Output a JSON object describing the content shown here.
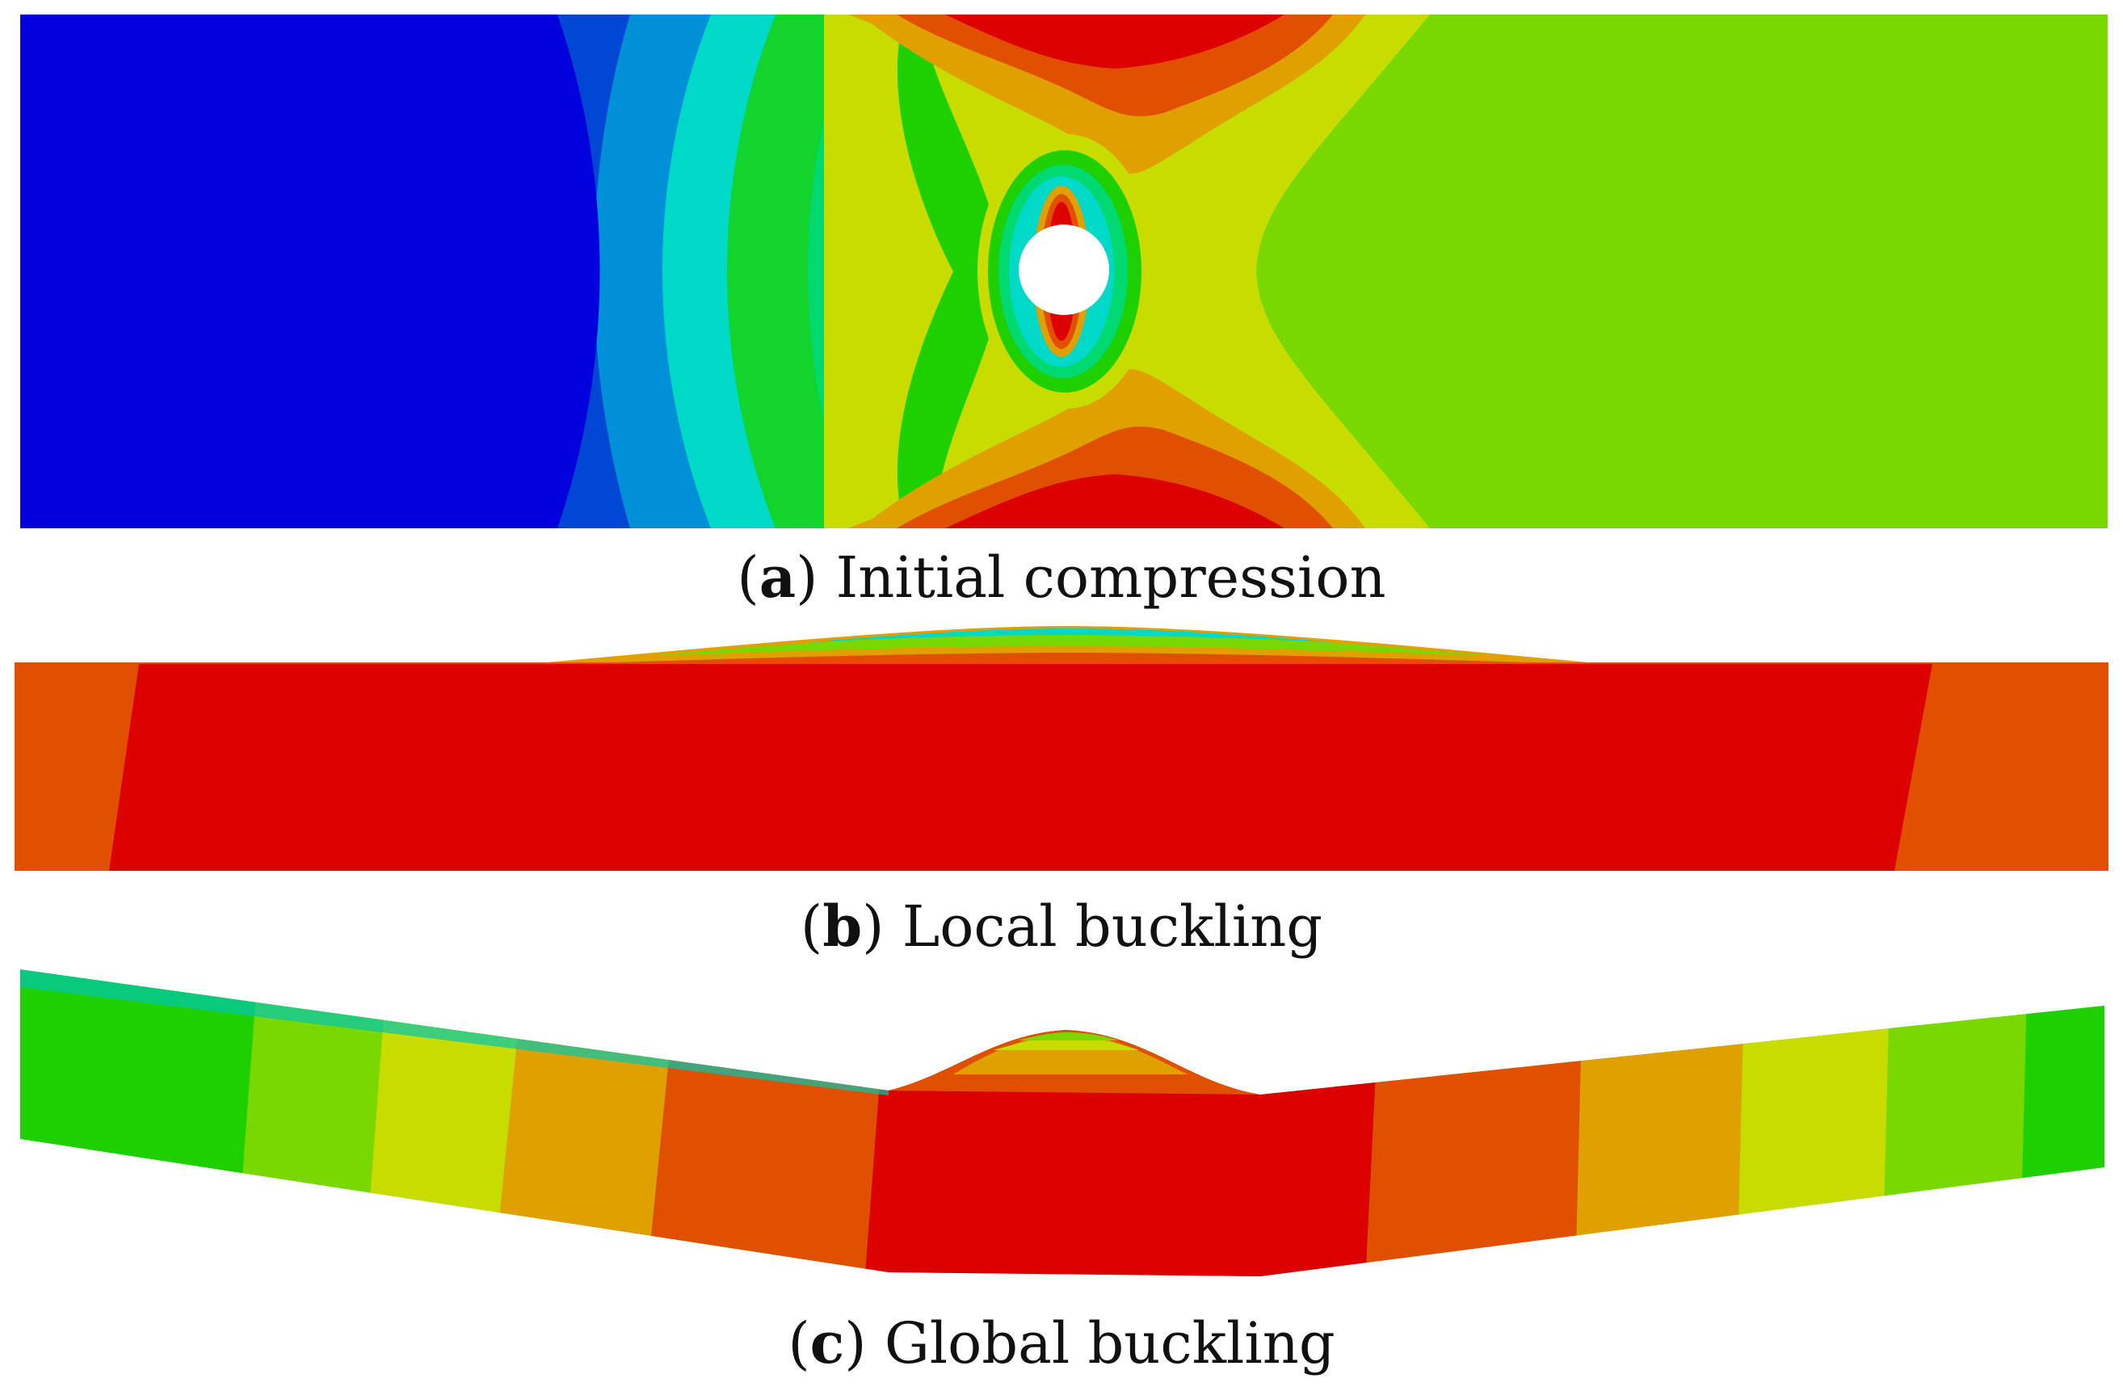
{
  "panels": [
    {
      "letter": "a",
      "title": "Initial compression"
    },
    {
      "letter": "b",
      "title": "Local buckling"
    },
    {
      "letter": "c",
      "title": "Global buckling"
    }
  ],
  "colors": {
    "blue": "#0000dd",
    "blue2": "#0047d4",
    "blue3": "#0090d8",
    "cyan": "#00d8c8",
    "green1": "#00d870",
    "green2": "#1fd000",
    "green3": "#78d800",
    "yellow": "#c8dc00",
    "orange1": "#e0a000",
    "orange2": "#e05000",
    "red": "#dc0000"
  }
}
